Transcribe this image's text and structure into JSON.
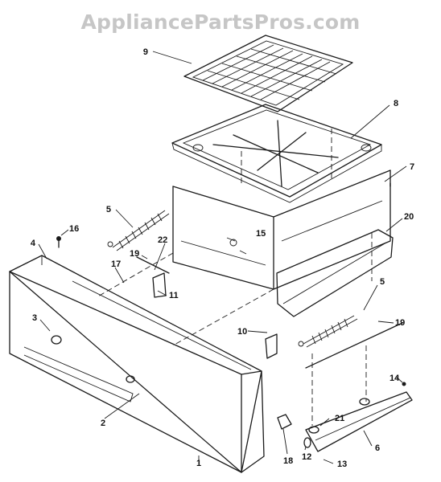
{
  "watermark": "AppliancePartsPros.com",
  "callouts": {
    "c1": "1",
    "c2": "2",
    "c3": "3",
    "c4": "4",
    "c5a": "5",
    "c5b": "5",
    "c6": "6",
    "c7": "7",
    "c8": "8",
    "c9": "9",
    "c10": "10",
    "c11": "11",
    "c12": "12",
    "c13": "13",
    "c14": "14",
    "c15": "15",
    "c16": "16",
    "c17": "17",
    "c18": "18",
    "c19a": "19",
    "c19b": "19",
    "c20": "20",
    "c21": "21",
    "c22": "22"
  }
}
